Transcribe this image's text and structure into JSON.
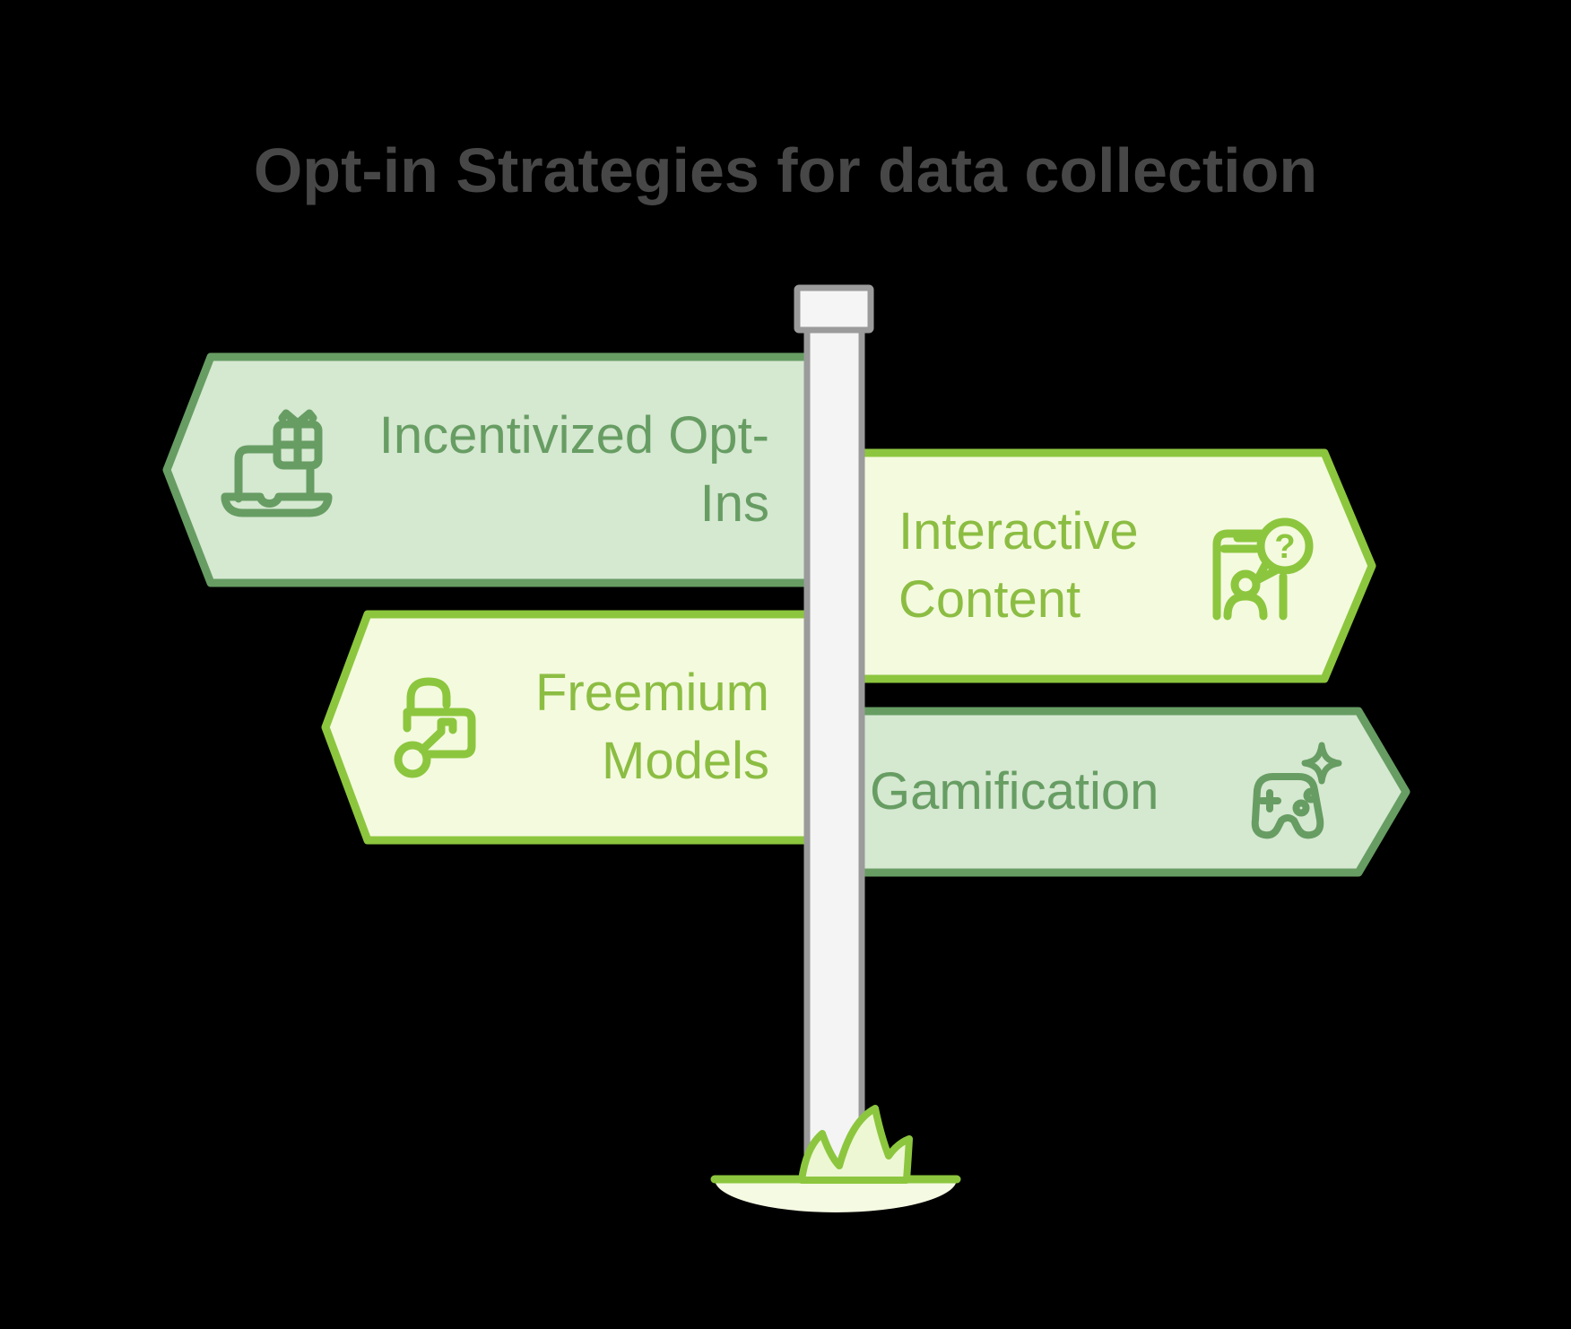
{
  "title": "Opt-in Strategies for data collection",
  "signpost": {
    "pole": {
      "name": "signpost-pole",
      "cap": "signpost-pole-cap"
    },
    "ground": {
      "mound": "ground-mound",
      "grass": "grass-tuft"
    },
    "signs": [
      {
        "id": "incentivized-opt-ins",
        "label": "Incentivized Opt-Ins",
        "lines": [
          "Incentivized Opt-",
          "Ins"
        ],
        "side": "left",
        "theme": "mint",
        "icon": "laptop-gift-icon"
      },
      {
        "id": "interactive-content",
        "label": "Interactive Content",
        "lines": [
          "Interactive",
          "Content"
        ],
        "side": "right",
        "theme": "lime",
        "icon": "phone-question-icon",
        "question_glyph": "?"
      },
      {
        "id": "freemium-models",
        "label": "Freemium Models",
        "lines": [
          "Freemium",
          "Models"
        ],
        "side": "left",
        "theme": "lime",
        "icon": "lock-key-icon"
      },
      {
        "id": "gamification",
        "label": "Gamification",
        "lines": [
          "Gamification"
        ],
        "side": "right",
        "theme": "mint",
        "icon": "controller-sparkle-icon"
      }
    ]
  },
  "palette": {
    "background": "#000000",
    "title_text": "#474747",
    "mint_fill": "#d5e8d0",
    "mint_stroke": "#679d63",
    "lime_fill": "#f4fade",
    "lime_stroke": "#8cc63e",
    "lime_text": "#8cbd43",
    "pole_fill": "#f4f4f4",
    "pole_stroke": "#9b9b9b",
    "mound_fill": "#f5fae2",
    "grass_fill": "#edf7d3"
  }
}
